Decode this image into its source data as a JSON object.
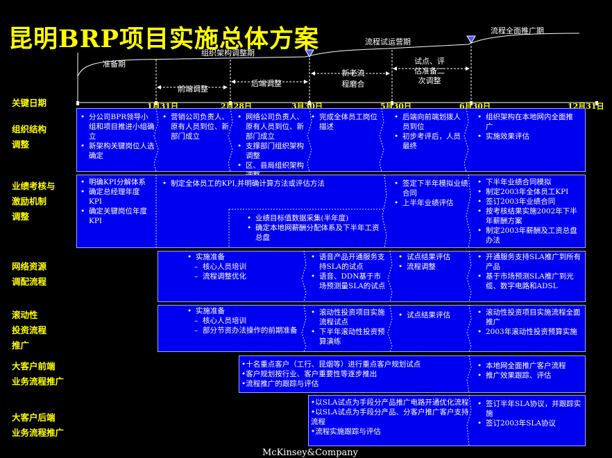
{
  "title": "昆明BRP项目实施总体方案",
  "footer": "McKinsey&Company",
  "phases": {
    "prep": "准备期",
    "org_adjust": "组织架构调整期",
    "trial": "流程试运营期",
    "rollout": "流程全面推广期",
    "frontend": "前端调整",
    "backend": "后端调整",
    "new_old_1": "新老流",
    "new_old_2": "程磨合",
    "eval_1": "试点、评",
    "eval_2": "估准备二",
    "eval_3": "次调整"
  },
  "key_date_label": "关键日期",
  "dates": [
    "1月31日",
    "2月28日",
    "3月30日",
    "5月30日",
    "6月30日",
    "12月31日"
  ],
  "rows": {
    "org": {
      "label1": "组织结构",
      "label2": "调整",
      "c1": [
        "分公司BPR领导小组和项目推进小组确立",
        "新架构关键岗位人选确定"
      ],
      "c2": [
        "营销公司负责人、原有人员到位、新部门成立"
      ],
      "c3": [
        "网络公司负责人、原有人员到位、新部门成立",
        "支撑部门组织架构调整",
        "区、县局组织架构调整"
      ],
      "c4": [
        "完成全体员工岗位描述"
      ],
      "c5": [
        "后端向前端划拨人员到位",
        "初步考评后，人员最终"
      ],
      "c6": [
        "组织架构在本地网内全面推广",
        "实施效果评估"
      ]
    },
    "kpi": {
      "label1": "业绩考核与",
      "label2": "激励机制",
      "label3": "调整",
      "c1": [
        "明确KPI分解体系",
        "确定总经理年度KPI",
        "确定关键岗位年度KPI"
      ],
      "c2": [
        "制定全体员工的KPI,并明确计算方法或评估方法"
      ],
      "c2b": [
        "业绩目标值数据采集(半年度)",
        "确定本地网薪酬分配体系及下半年工资总盘"
      ],
      "c3": [
        "签定下半年模拟业绩合同",
        "上半年业绩评估"
      ],
      "c4": [
        "下半年业绩合同模拟",
        "制定2003年全体员工KPI",
        "签订2003年业绩合同",
        "按考核结果实施2002年下半年薪酬方案",
        "制定2003年薪酬及工资总盘办法"
      ]
    },
    "net": {
      "label1": "网络资源",
      "label2": "调配流程",
      "c1_head": "实施准备",
      "c1_subs": [
        "核心人员培训",
        "流程调整优化"
      ],
      "c2": [
        "语音产品开通服务支持SLA的试点",
        "语音、DDN基于市场预测量SLA的试点"
      ],
      "c3": [
        "试点结果评估",
        "流程调整"
      ],
      "c4": [
        "开通服务支持SLA推广到所有产品",
        "基于市场预测SLA推广到光缆、数字电路和ADSL"
      ]
    },
    "invest": {
      "label1": "滚动性",
      "label2": "投资流程",
      "label3": "推广",
      "c1_head": "实施准备",
      "c1_subs": [
        "核心人员培训",
        "部分节资办法操作的前期准备"
      ],
      "c2": [
        "滚动性投资项目实施流程试点",
        "下半年滚动性投资预算演练"
      ],
      "c3": [
        "试点结果评估"
      ],
      "c4": [
        "滚动性投资项目实施流程全面推广",
        "2003年滚动性投资预算实施"
      ]
    },
    "front": {
      "label1": "大客户前端",
      "label2": "业务流程推广",
      "c1": [
        "十名重点客户（工行、昆烟等）进行重点客户规划试点",
        "客户规划按行业、客户重要性等逐步推出",
        "流程推广的跟踪与评估"
      ],
      "c2": [
        "本地网全面推广客户流程",
        "推广效果跟踪、评估"
      ]
    },
    "back": {
      "label1": "大客户后端",
      "label2": "业务流程推广",
      "c1": [
        "以SLA试点为手段分产品推广电路开通优化流程",
        "以SLA试点为手段分产品、分客户推广客户支持流程",
        "流程实施跟踪与评估"
      ],
      "c2": [
        "签订半年SLA协议，并跟踪实施",
        "签订2003年SLA协议"
      ]
    }
  },
  "colors": {
    "box_fill": "#0000f0",
    "box_border": "#9aa8ff",
    "label": "#ffff00",
    "bg": "#000000"
  }
}
